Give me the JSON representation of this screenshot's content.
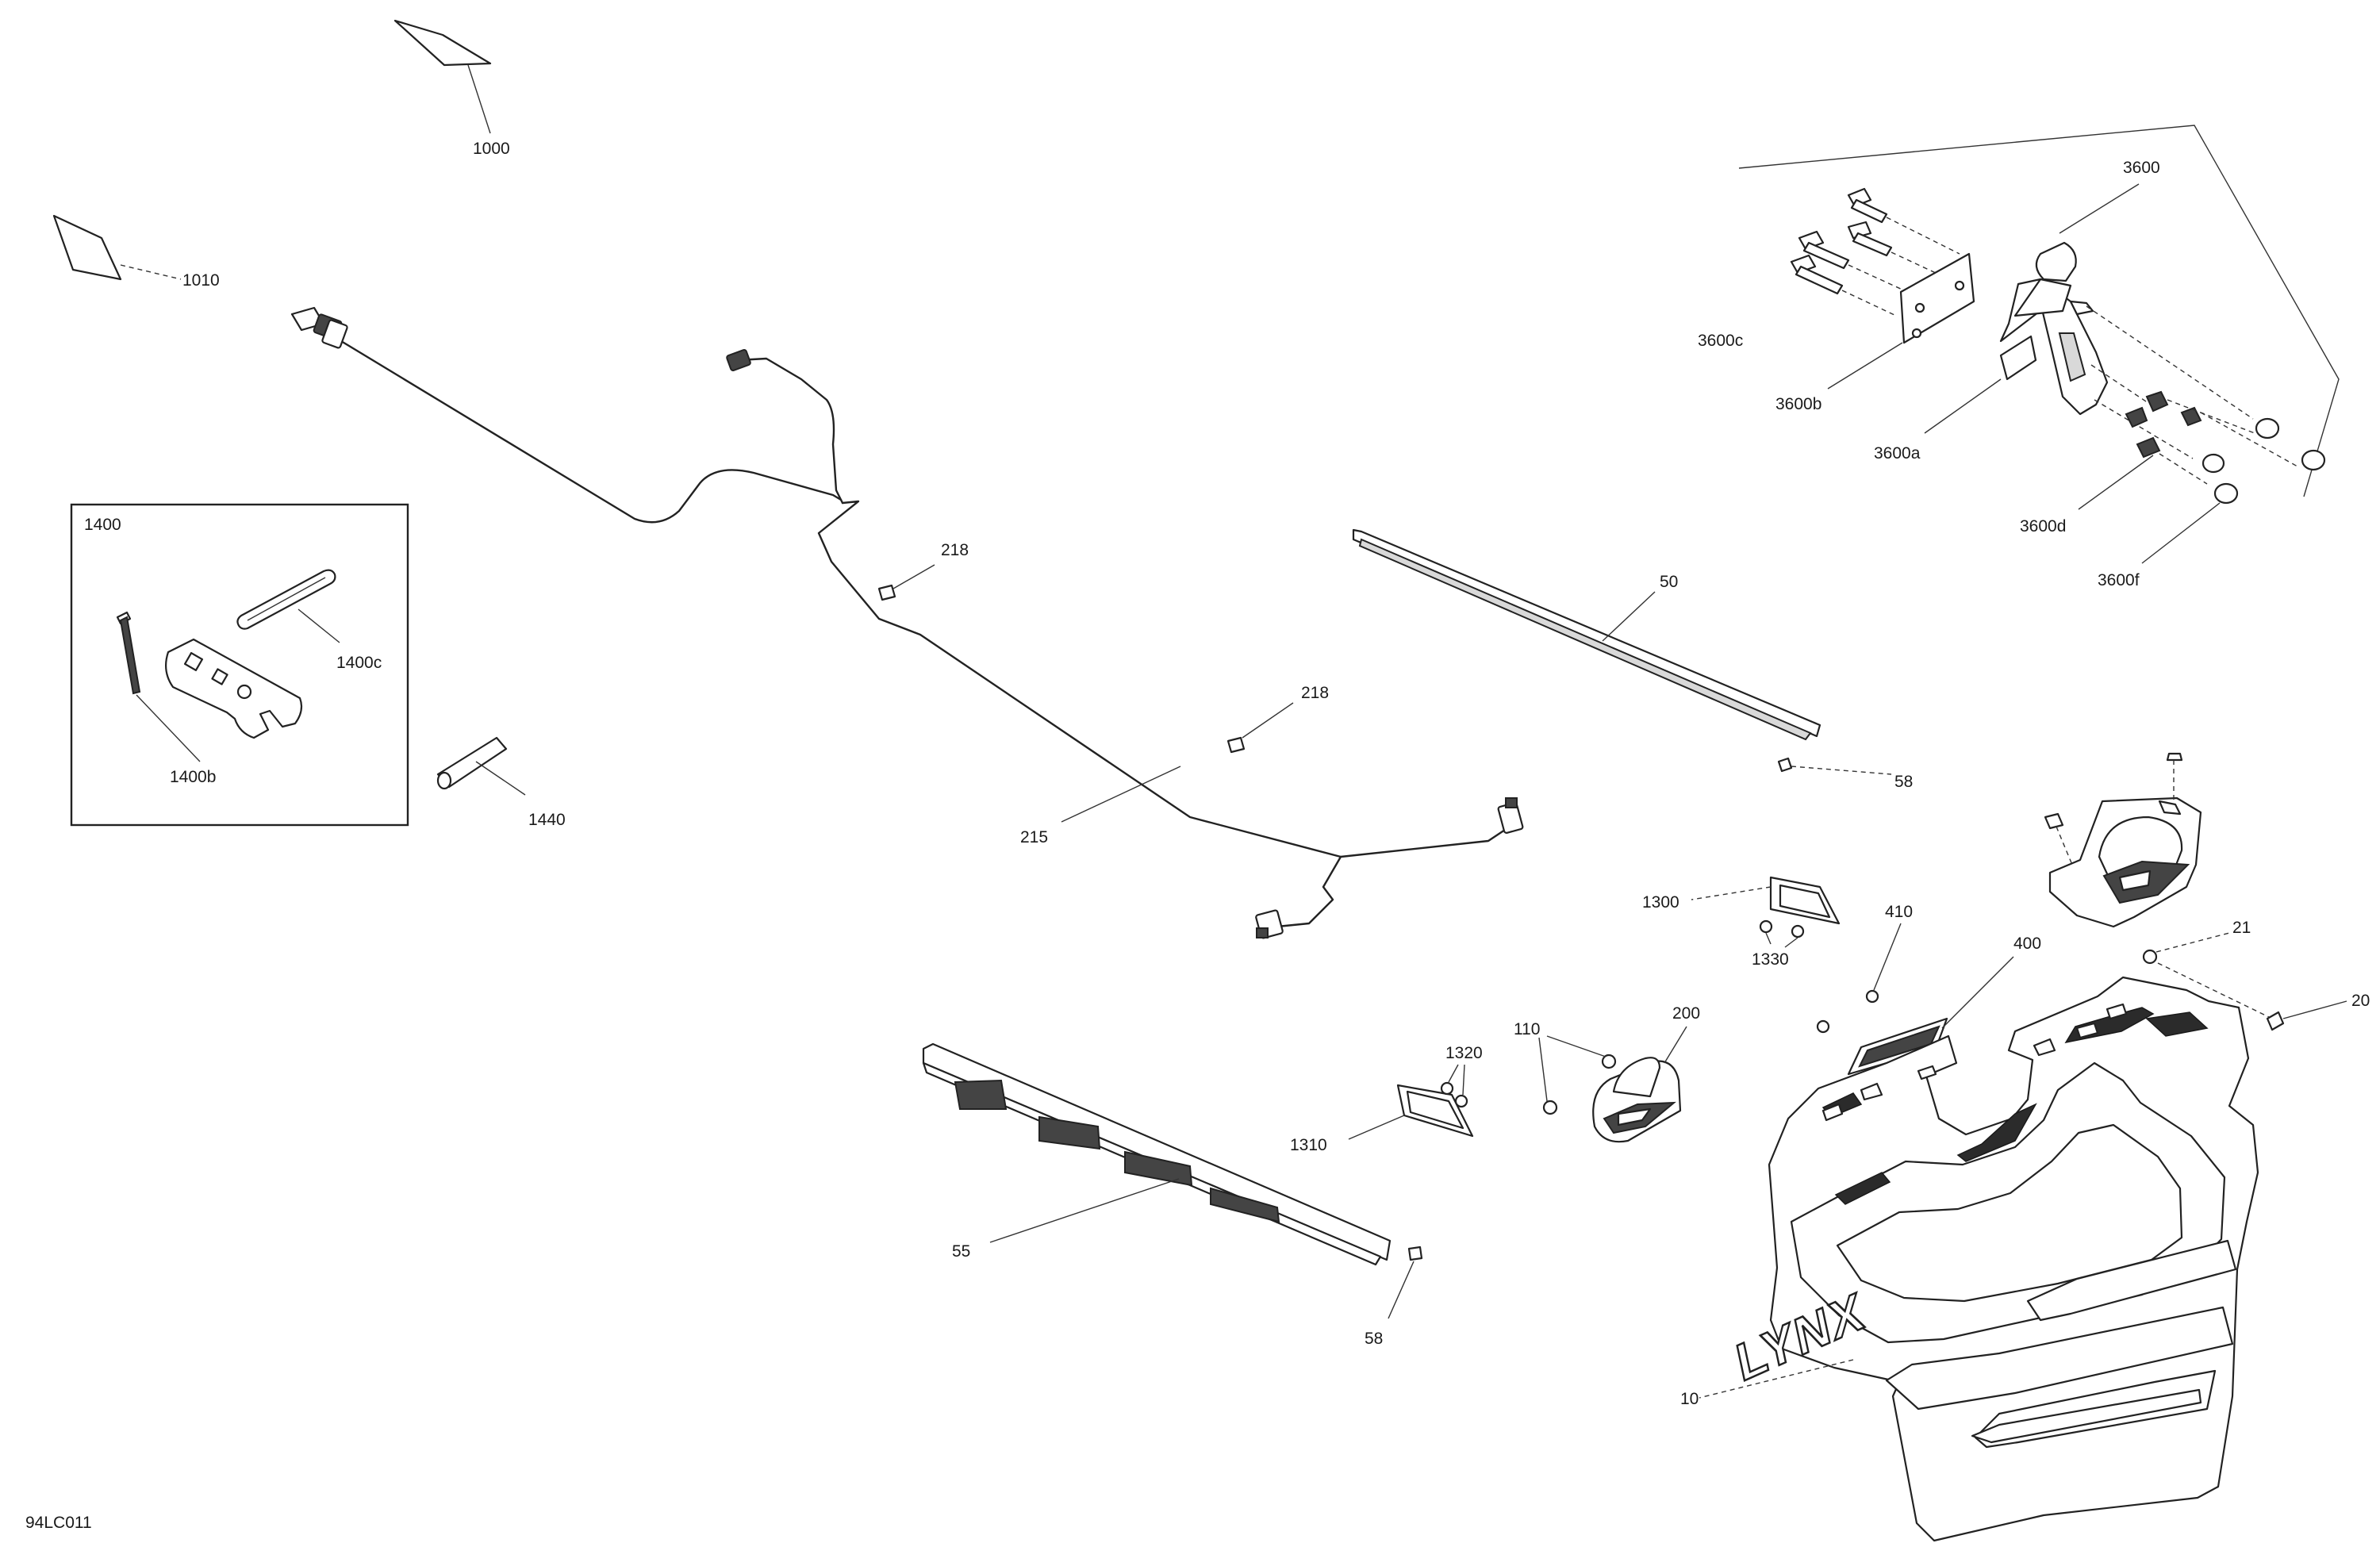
{
  "diagram": {
    "drawing_code": "94LC011",
    "kit_box_label": "1400",
    "callouts": [
      {
        "id": "1000",
        "label": "1000"
      },
      {
        "id": "1010",
        "label": "1010"
      },
      {
        "id": "1400b",
        "label": "1400b"
      },
      {
        "id": "1400c",
        "label": "1400c"
      },
      {
        "id": "1440",
        "label": "1440"
      },
      {
        "id": "218a",
        "label": "218"
      },
      {
        "id": "218b",
        "label": "218"
      },
      {
        "id": "215",
        "label": "215"
      },
      {
        "id": "50",
        "label": "50"
      },
      {
        "id": "58a",
        "label": "58"
      },
      {
        "id": "58b",
        "label": "58"
      },
      {
        "id": "55",
        "label": "55"
      },
      {
        "id": "1300",
        "label": "1300"
      },
      {
        "id": "1330",
        "label": "1330"
      },
      {
        "id": "410",
        "label": "410"
      },
      {
        "id": "400",
        "label": "400"
      },
      {
        "id": "21",
        "label": "21"
      },
      {
        "id": "20",
        "label": "20"
      },
      {
        "id": "1320",
        "label": "1320"
      },
      {
        "id": "1310",
        "label": "1310"
      },
      {
        "id": "110",
        "label": "110"
      },
      {
        "id": "200",
        "label": "200"
      },
      {
        "id": "10",
        "label": "10"
      },
      {
        "id": "3600",
        "label": "3600"
      },
      {
        "id": "3600c",
        "label": "3600c"
      },
      {
        "id": "3600b",
        "label": "3600b"
      },
      {
        "id": "3600a",
        "label": "3600a"
      },
      {
        "id": "3600d",
        "label": "3600d"
      },
      {
        "id": "3600f",
        "label": "3600f"
      }
    ],
    "brand_logo": "LYNX"
  }
}
